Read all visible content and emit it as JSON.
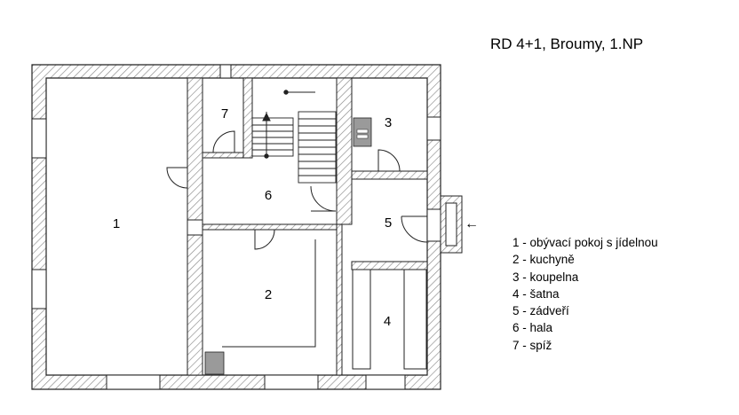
{
  "title": "RD 4+1, Broumy, 1.NP",
  "rooms": [
    {
      "number": "1",
      "name": "obývací pokoj s jídelnou"
    },
    {
      "number": "2",
      "name": "kuchyně"
    },
    {
      "number": "3",
      "name": "koupelna"
    },
    {
      "number": "4",
      "name": "šatna"
    },
    {
      "number": "5",
      "name": "zádveří"
    },
    {
      "number": "6",
      "name": "hala"
    },
    {
      "number": "7",
      "name": "spíž"
    }
  ],
  "legend": [
    "1 - obývací pokoj s jídelnou",
    "2 - kuchyně",
    "3 - koupelna",
    "4 - šatna",
    "5 - zádveří",
    "6 - hala",
    "7 - spíž"
  ],
  "entrance_arrow": "←",
  "colors": {
    "wall_hatch": "#8a8a8a",
    "line": "#222222",
    "fill_dark": "#9a9a9a"
  }
}
